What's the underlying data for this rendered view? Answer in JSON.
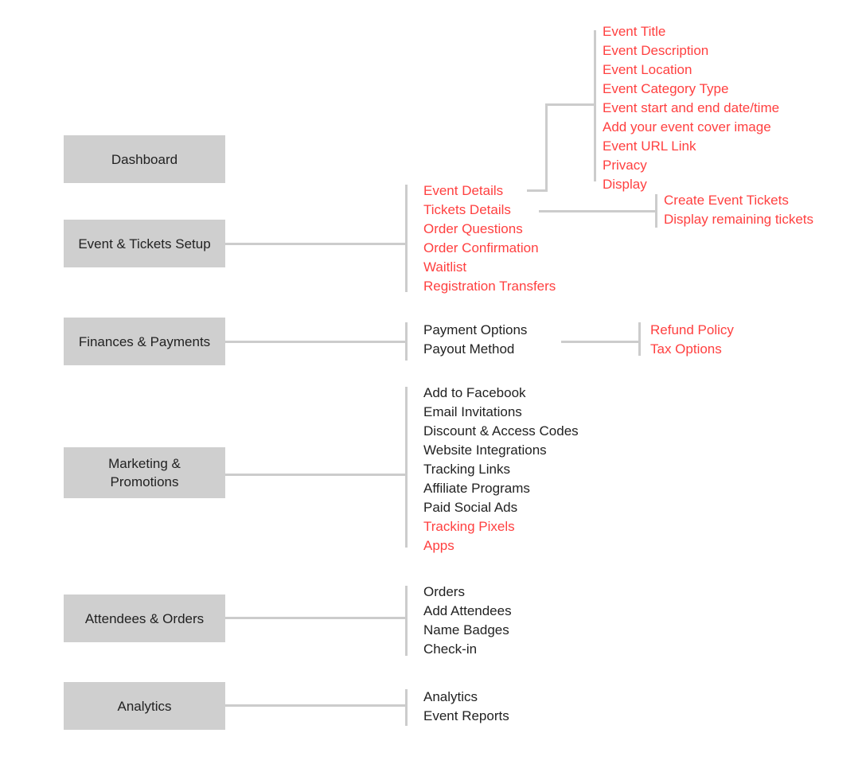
{
  "colors": {
    "box_fill": "#cfcfcf",
    "connector": "#cccccc",
    "text_dark": "#222222",
    "text_highlight": "#ff4040"
  },
  "sections": {
    "dashboard": {
      "label": "Dashboard"
    },
    "event_tickets": {
      "label": "Event & Tickets Setup",
      "items": [
        {
          "label": "Event Details",
          "highlight": true
        },
        {
          "label": "Tickets Details",
          "highlight": true
        },
        {
          "label": "Order Questions",
          "highlight": true
        },
        {
          "label": "Order Confirmation",
          "highlight": true
        },
        {
          "label": "Waitlist",
          "highlight": true
        },
        {
          "label": "Registration Transfers",
          "highlight": true
        }
      ],
      "event_details_children": [
        {
          "label": "Event Title",
          "highlight": true
        },
        {
          "label": "Event Description",
          "highlight": true
        },
        {
          "label": "Event Location",
          "highlight": true
        },
        {
          "label": "Event Category Type",
          "highlight": true
        },
        {
          "label": "Event start and end date/time",
          "highlight": true
        },
        {
          "label": "Add your event cover image",
          "highlight": true
        },
        {
          "label": "Event URL Link",
          "highlight": true
        },
        {
          "label": "Privacy",
          "highlight": true
        },
        {
          "label": "Display",
          "highlight": true
        }
      ],
      "tickets_details_children": [
        {
          "label": "Create Event Tickets",
          "highlight": true
        },
        {
          "label": "Display remaining tickets",
          "highlight": true
        }
      ]
    },
    "finances": {
      "label": "Finances & Payments",
      "items": [
        {
          "label": "Payment Options",
          "highlight": false
        },
        {
          "label": "Payout Method",
          "highlight": false
        }
      ],
      "children": [
        {
          "label": "Refund Policy",
          "highlight": true
        },
        {
          "label": "Tax Options",
          "highlight": true
        }
      ]
    },
    "marketing": {
      "label_line1": "Marketing &",
      "label_line2": "Promotions",
      "items": [
        {
          "label": "Add to Facebook",
          "highlight": false
        },
        {
          "label": "Email Invitations",
          "highlight": false
        },
        {
          "label": "Discount & Access Codes",
          "highlight": false
        },
        {
          "label": "Website Integrations",
          "highlight": false
        },
        {
          "label": "Tracking Links",
          "highlight": false
        },
        {
          "label": "Affiliate Programs",
          "highlight": false
        },
        {
          "label": "Paid Social Ads",
          "highlight": false
        },
        {
          "label": "Tracking Pixels",
          "highlight": true
        },
        {
          "label": "Apps",
          "highlight": true
        }
      ]
    },
    "attendees": {
      "label": "Attendees & Orders",
      "items": [
        {
          "label": "Orders",
          "highlight": false
        },
        {
          "label": "Add Attendees",
          "highlight": false
        },
        {
          "label": "Name Badges",
          "highlight": false
        },
        {
          "label": "Check-in",
          "highlight": false
        }
      ]
    },
    "analytics": {
      "label": "Analytics",
      "items": [
        {
          "label": "Analytics",
          "highlight": false
        },
        {
          "label": "Event Reports",
          "highlight": false
        }
      ]
    }
  }
}
